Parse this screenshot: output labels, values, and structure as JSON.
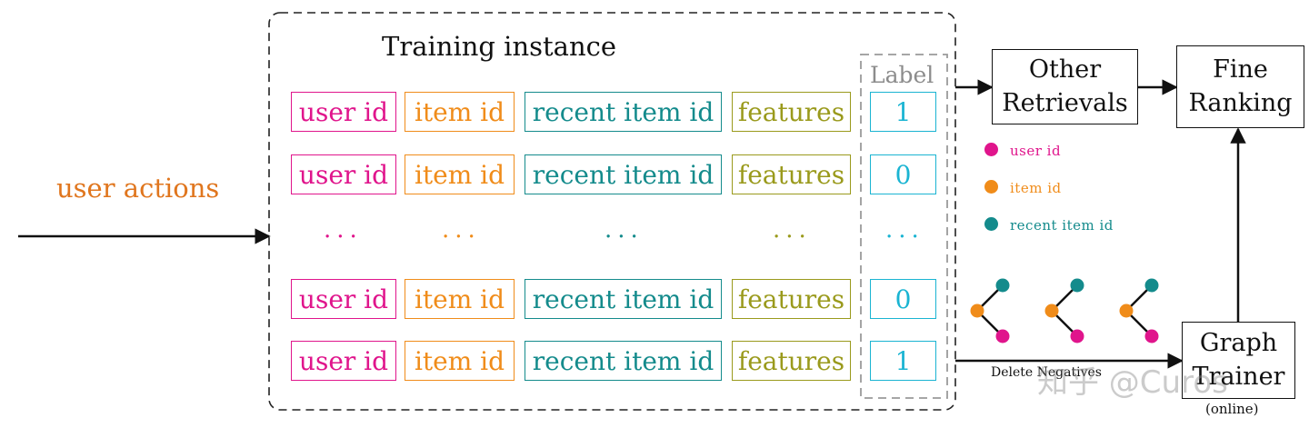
{
  "input_label": "user actions",
  "training_instance": {
    "title": "Training instance",
    "label_header": "Label",
    "columns": [
      "user id",
      "item id",
      "recent item id",
      "features"
    ],
    "labels": [
      "1",
      "0",
      "0",
      "1"
    ],
    "ellipsis": "..."
  },
  "other_retrievals": {
    "line1": "Other",
    "line2": "Retrievals"
  },
  "fine_ranking": {
    "line1": "Fine",
    "line2": "Ranking"
  },
  "graph_trainer": {
    "line1": "Graph",
    "line2": "Trainer",
    "note": "(online)"
  },
  "edge_label": "Delete Negatives",
  "legend": [
    {
      "label": "user id",
      "color": "#e0158c"
    },
    {
      "label": "item id",
      "color": "#f08c1a"
    },
    {
      "label": "recent item id",
      "color": "#148b8c"
    }
  ],
  "watermark": "知乎 @Curos",
  "colors": {
    "user": "#e0158c",
    "item": "#f08c1a",
    "recent": "#148b8c",
    "features": "#9a9a1c",
    "label": "#1ab4d2"
  }
}
